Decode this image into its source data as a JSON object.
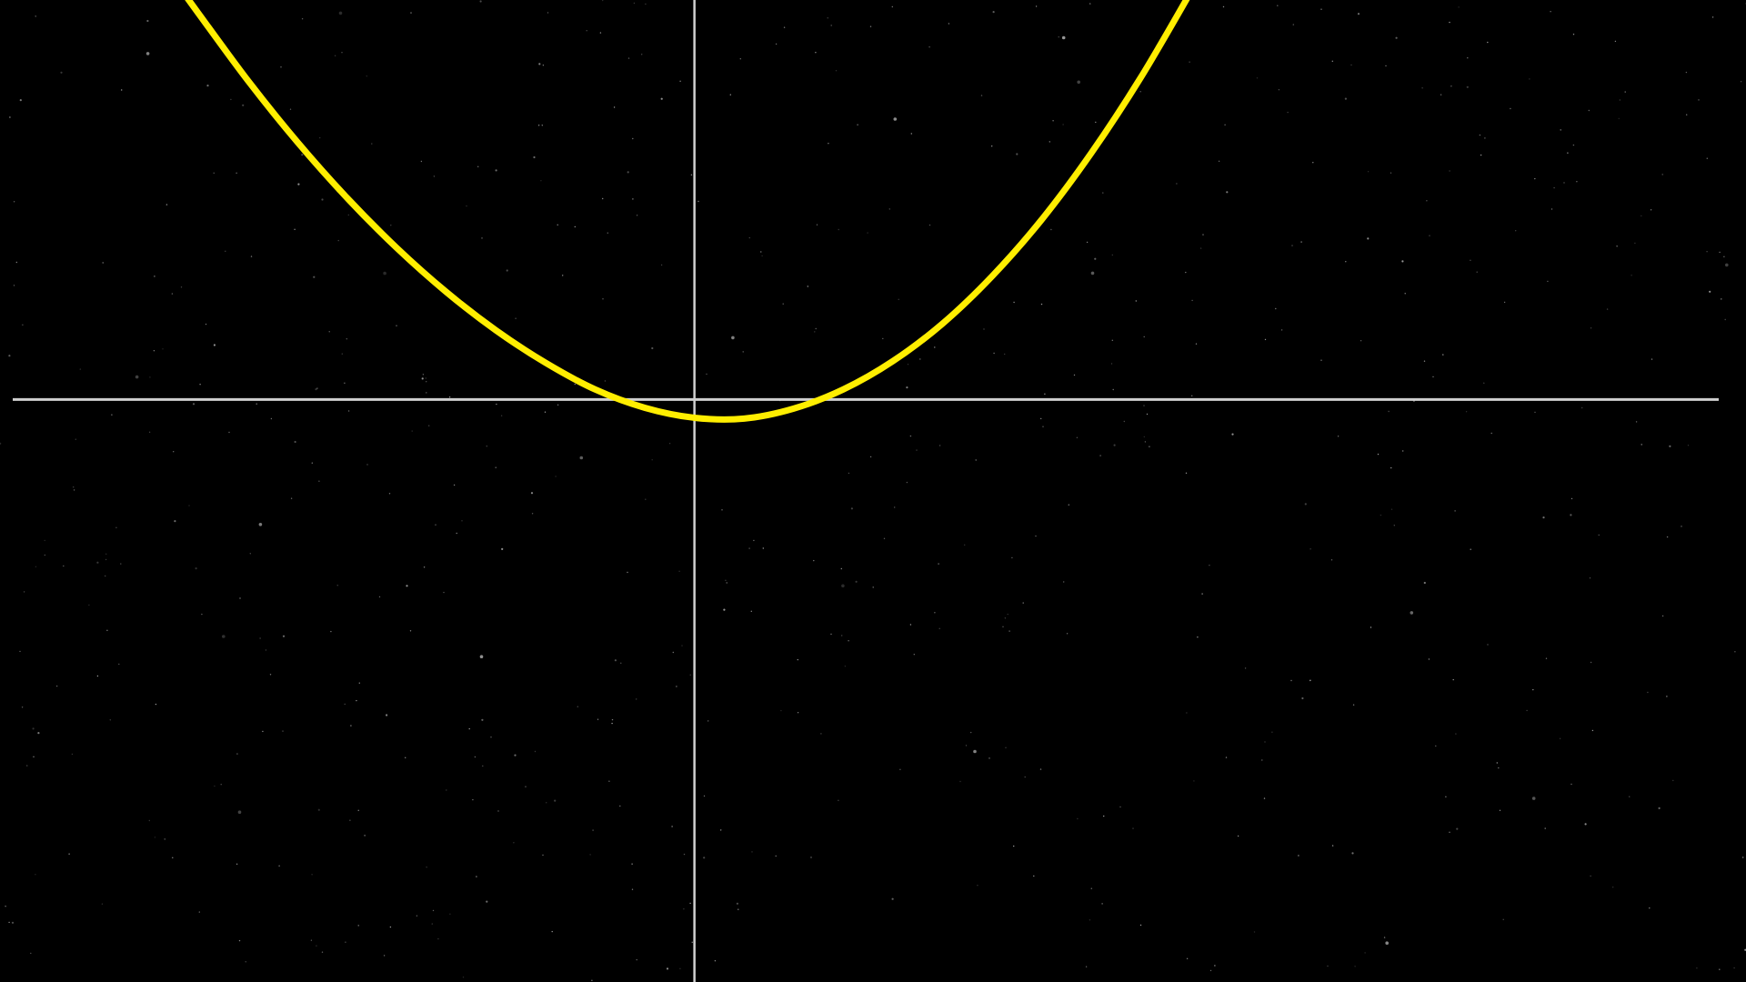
{
  "colors": {
    "background": "#000000",
    "axis": "#cfcfcf",
    "curve": "#ffee00",
    "stars": "#ffffff"
  },
  "chart_data": {
    "type": "line",
    "title": "",
    "xlabel": "",
    "ylabel": "",
    "grid": false,
    "legend": "none",
    "xlim": [
      -7.0,
      10.6
    ],
    "ylim": [
      -7.0,
      4.8
    ],
    "series": [
      {
        "x": [
          -5.2,
          -5.0,
          -4.5,
          -4.0,
          -3.5,
          -3.0,
          -2.5,
          -2.0,
          -1.5,
          -1.0,
          -0.5,
          0.0,
          0.5,
          1.0,
          1.5,
          2.0,
          2.5,
          3.0,
          3.5,
          4.0,
          4.5,
          5.0,
          5.2
        ],
        "y": [
          4.97,
          4.64,
          3.83,
          3.09,
          2.42,
          1.82,
          1.29,
          0.83,
          0.44,
          0.12,
          -0.1,
          -0.22,
          -0.23,
          -0.11,
          0.12,
          0.46,
          0.91,
          1.48,
          2.16,
          2.96,
          3.87,
          4.89,
          5.33
        ]
      }
    ]
  }
}
